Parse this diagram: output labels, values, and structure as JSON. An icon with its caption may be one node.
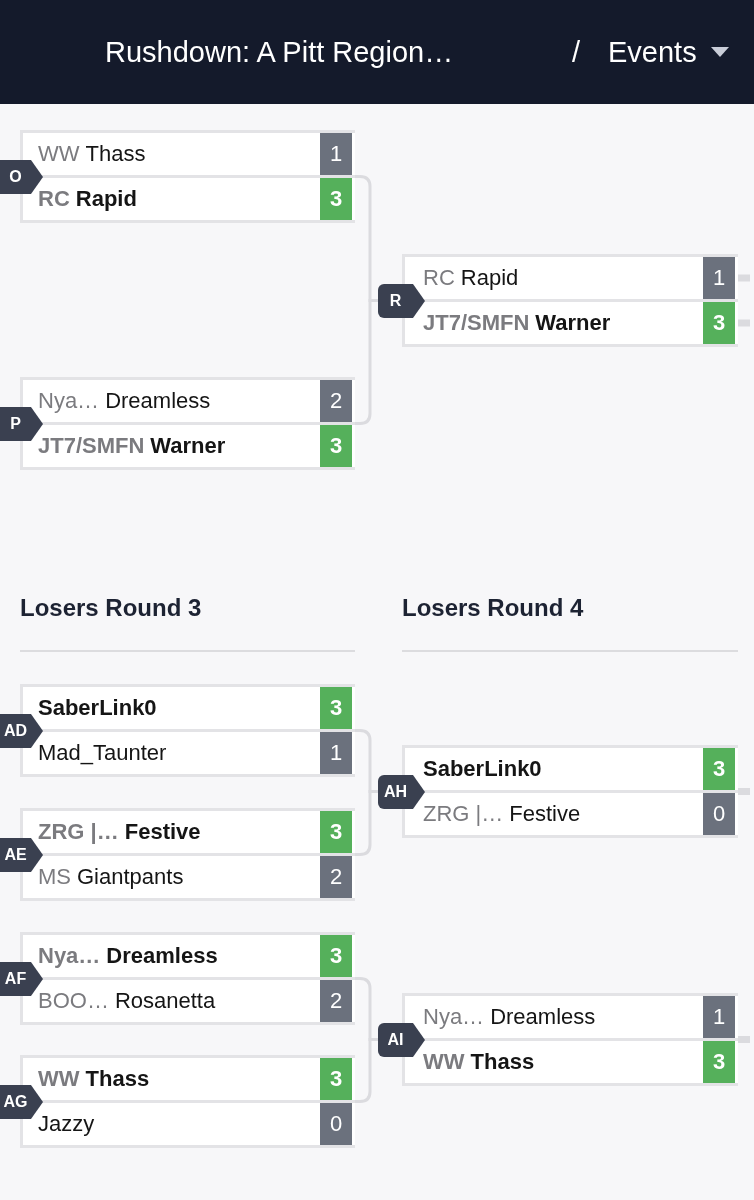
{
  "diagram": {
    "title": "Rushdown: A Pitt Region…",
    "nodes": [
      {
        "text": [
          "O"
        ]
      },
      {
        "text": [
          "WW",
          "Thass",
          "1"
        ],
        "in": 0
      },
      {
        "text": [
          "RC",
          "Rapid",
          "3"
        ],
        "in": 0
      },
      {
        "text": [
          "R"
        ]
      },
      {
        "text": [
          "RC",
          "Rapid",
          "1"
        ],
        "in": 3
      },
      {
        "text": [
          "JT7/SMFN",
          "Warner",
          "3"
        ],
        "in": 3
      },
      {
        "text": [
          "P"
        ]
      },
      {
        "text": [
          "Nya…",
          "Dreamless",
          "2"
        ],
        "in": 6
      },
      {
        "text": [
          "JT7/SMFN",
          "Warner",
          "3"
        ],
        "in": 6
      },
      {
        "text": [
          "AD"
        ]
      },
      {
        "text": [
          "SaberLink0",
          "3"
        ],
        "in": 9
      },
      {
        "text": [
          "Mad_Taunter",
          "1"
        ],
        "in": 9
      },
      {
        "text": [
          "AH"
        ]
      },
      {
        "text": [
          "SaberLink0",
          "3"
        ],
        "in": 12
      },
      {
        "text": [
          "ZRG |…",
          "Festive",
          "0"
        ],
        "in": 12
      },
      {
        "text": [
          "AE"
        ]
      },
      {
        "text": [
          "ZRG |…",
          "Festive",
          "3"
        ],
        "in": 15
      },
      {
        "text": [
          "MS",
          "Giantpants",
          "2"
        ],
        "in": 15
      },
      {
        "text": [
          "AF"
        ]
      },
      {
        "text": [
          "Nya…",
          "Dreamless",
          "3"
        ],
        "in": 18
      },
      {
        "text": [
          "BOO…",
          "Rosanetta",
          "2"
        ],
        "in": 18
      },
      {
        "text": [
          "AI"
        ]
      },
      {
        "text": [
          "Nya…",
          "Dreamless",
          "1"
        ],
        "in": 21
      },
      {
        "text": [
          "WW",
          "Thass",
          "3"
        ],
        "in": 21
      },
      {
        "text": [
          "AG"
        ]
      },
      {
        "text": [
          "WW",
          "Thass",
          "3"
        ],
        "in": 24
      },
      {
        "text": [
          "Jazzy",
          "0"
        ],
        "in": 24
      }
    ],
    "edges": [
      {
        "from": 0,
        "to": 3,
        "arrow": "none"
      },
      {
        "from": 6,
        "to": 3,
        "arrow": "none"
      },
      {
        "from": 9,
        "to": 12,
        "arrow": "none"
      },
      {
        "from": 15,
        "to": 12,
        "arrow": "none"
      },
      {
        "from": 18,
        "to": 21,
        "arrow": "none"
      },
      {
        "from": 24,
        "to": 21,
        "arrow": "none"
      },
      {
        "from": 4,
        "to": null,
        "arrow": "none",
        "style": "thick"
      },
      {
        "from": 5,
        "to": null,
        "arrow": "none",
        "style": "thick"
      },
      {
        "from": 12,
        "to": null,
        "arrow": "none",
        "style": "thick"
      },
      {
        "from": 21,
        "to": null,
        "arrow": "none",
        "style": "thick"
      }
    ],
    "labels": [
      "/",
      "Events",
      "Losers Round 3",
      "Losers Round 4"
    ]
  }
}
